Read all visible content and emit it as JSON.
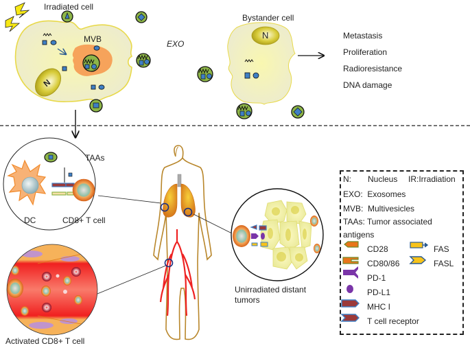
{
  "top_section": {
    "irradiated_cell_label": "Irradiated cell",
    "mvb_label": "MVB",
    "nucleus_label": "N",
    "exo_label": "EXO",
    "bystander_cell_label": "Bystander cell",
    "bystander_nucleus_label": "N",
    "effects": [
      "Metastasis",
      "Proliferation",
      "Radioresistance",
      "DNA damage"
    ]
  },
  "bottom_section": {
    "taas_label": "TAAs",
    "dc_label": "DC",
    "cd8_label": "CD8+ T cell",
    "activated_label": "Activated CD8+ T cell",
    "tumor_label_line1": "Unirradiated distant",
    "tumor_label_line2": "tumors"
  },
  "legend": {
    "abbreviations": [
      {
        "key": "N:",
        "value": "Nucleus"
      },
      {
        "key": "IR:",
        "value": "Irradiation"
      },
      {
        "key": "EXO:",
        "value": "Exosomes"
      },
      {
        "key": "MVB:",
        "value": "Multivesicles"
      },
      {
        "key": "TAAs:",
        "value": "Tumor associated antigens"
      }
    ],
    "n_row": "N:",
    "n_val": "Nucleus",
    "ir_row": "IR:Irradiation",
    "exo_row": "EXO:  Exosomes",
    "mvb_row": "MVB:  Multivesicles",
    "taas_row1": "TAAs: Tumor associated",
    "taas_row2": "antigens",
    "items": {
      "cd28": "CD28",
      "cd80": "CD80/86",
      "fas": "FAS",
      "fasl": "FASL",
      "pd1": "PD-1",
      "pdl1": "PD-L1",
      "mhc": "MHC I",
      "tcr": "T cell receptor"
    }
  },
  "colors": {
    "cell_fill": "#f3f1c8",
    "cell_stroke": "#e8d94a",
    "exosome_fill": "#8db548",
    "cargo_blue": "#3f7fc4",
    "mvb_orange": "#f6a35b",
    "vessel_red": "#ee2222",
    "legend_orange": "#e8751a",
    "legend_purple": "#7a35a8",
    "legend_maroon": "#9b3a3a",
    "legend_yellow": "#f7c31a"
  }
}
